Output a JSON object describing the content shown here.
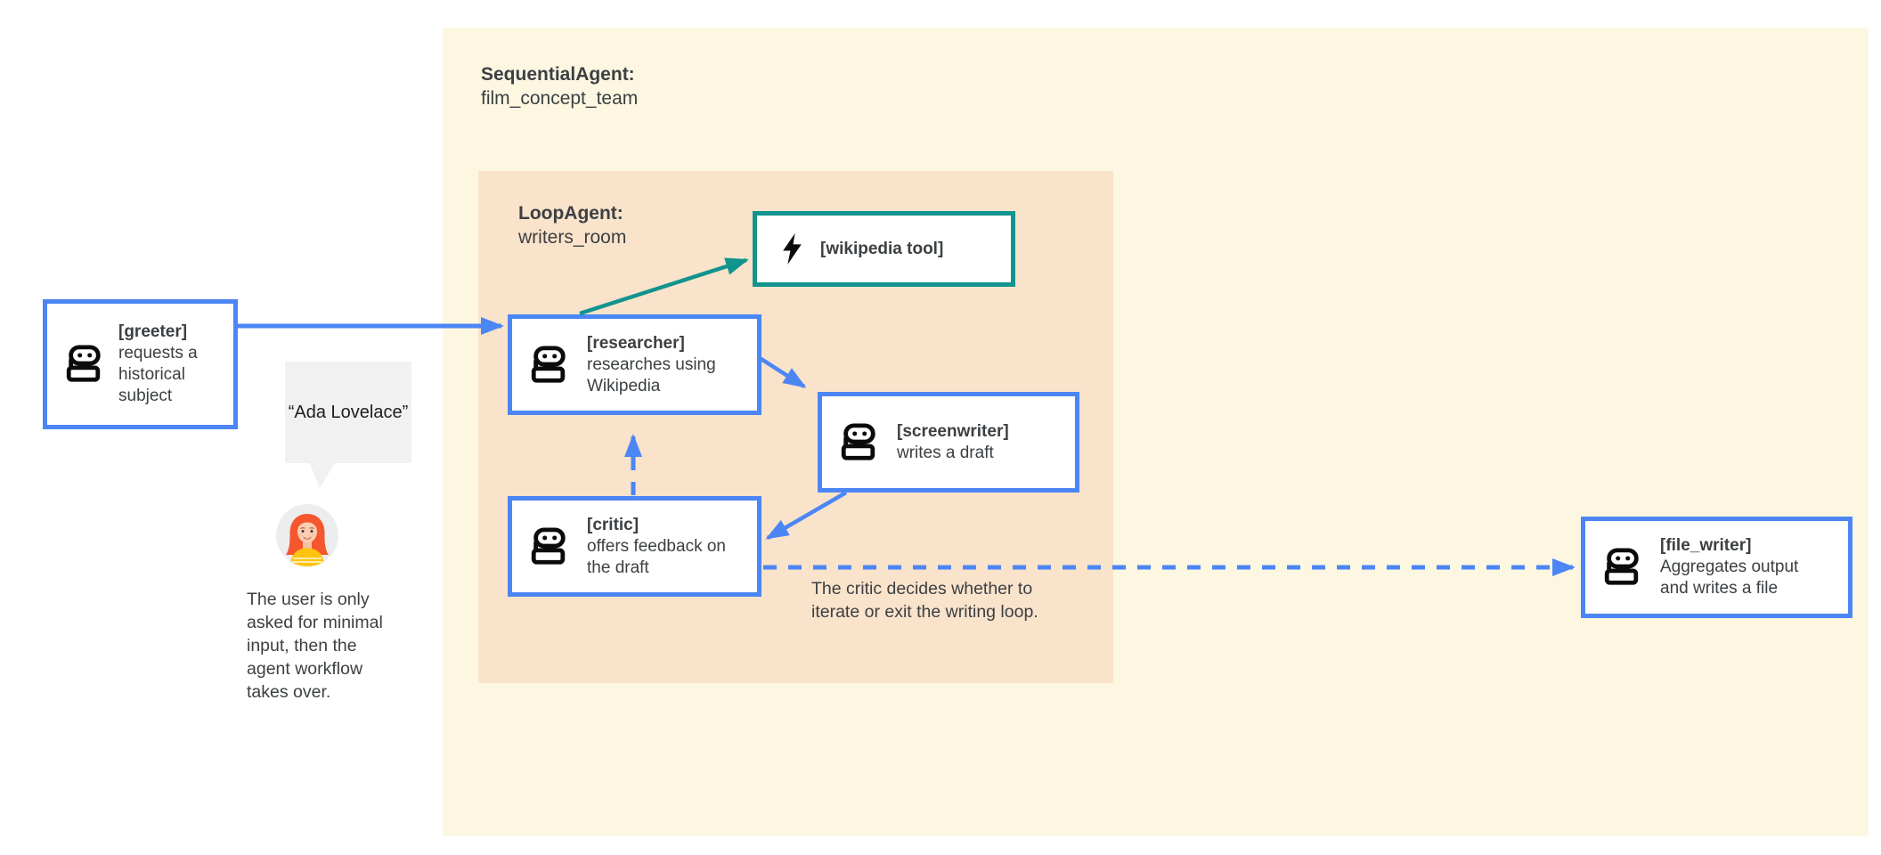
{
  "colors": {
    "blue": "#4C86F5",
    "teal": "#11948E",
    "outer_bg": "#FDF7E2",
    "inner_bg": "#FAE3CB",
    "bubble_bg": "#F1F1F2",
    "node_bg": "#FFFFFF",
    "text": "#3C4043"
  },
  "groups": {
    "sequential": {
      "title": "SequentialAgent:",
      "name": "film_concept_team"
    },
    "loop": {
      "title": "LoopAgent:",
      "name": "writers_room"
    }
  },
  "nodes": {
    "greeter": {
      "label": "[greeter]",
      "desc": "requests a historical subject",
      "icon": "robot-icon"
    },
    "researcher": {
      "label": "[researcher]",
      "desc": "researches using Wikipedia",
      "icon": "robot-icon"
    },
    "wikipedia_tool": {
      "label": "[wikipedia tool]",
      "icon": "lightning-icon"
    },
    "screenwriter": {
      "label": "[screenwriter]",
      "desc": "writes a draft",
      "icon": "robot-icon"
    },
    "critic": {
      "label": "[critic]",
      "desc": "offers feedback on the draft",
      "icon": "robot-icon"
    },
    "file_writer": {
      "label": "[file_writer]",
      "desc": "Aggregates output and writes a file",
      "icon": "robot-icon"
    }
  },
  "annotations": {
    "user_quote": "“Ada Lovelace”",
    "user_note": "The user is only asked for minimal input, then the agent workflow takes over.",
    "critic_note": "The critic decides whether to iterate or exit the writing loop."
  },
  "edges": [
    {
      "from": "greeter",
      "to": "researcher",
      "style": "solid",
      "color": "blue"
    },
    {
      "from": "researcher",
      "to": "wikipedia_tool",
      "style": "solid",
      "color": "teal"
    },
    {
      "from": "researcher",
      "to": "screenwriter",
      "style": "solid",
      "color": "blue"
    },
    {
      "from": "screenwriter",
      "to": "critic",
      "style": "solid",
      "color": "blue"
    },
    {
      "from": "critic",
      "to": "researcher",
      "style": "dashed",
      "color": "blue"
    },
    {
      "from": "critic",
      "to": "file_writer",
      "style": "dashed",
      "color": "blue"
    }
  ]
}
